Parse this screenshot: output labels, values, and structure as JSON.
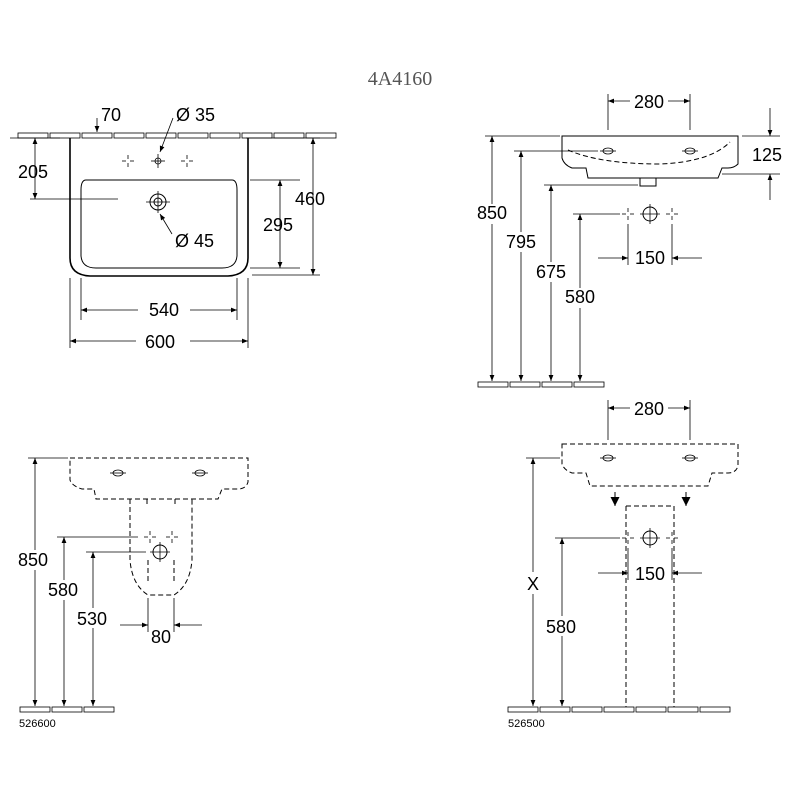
{
  "title": "4A4160",
  "colors": {
    "line": "#000000",
    "title": "#555555",
    "background": "#ffffff"
  },
  "front_view": {
    "dims": {
      "tap_offset": "70",
      "tap_hole": "Ø 35",
      "height_to_tap": "205",
      "depth": "460",
      "basin_depth": "295",
      "drain": "Ø 45",
      "basin_width": "540",
      "total_width": "600"
    }
  },
  "side_view": {
    "dims": {
      "hole_spacing": "280",
      "rim_height": "125",
      "height_850": "850",
      "height_795": "795",
      "height_675": "675",
      "height_580": "580",
      "pipe_spacing": "150"
    }
  },
  "half_pedestal": {
    "code": "526600",
    "dims": {
      "height_850": "850",
      "height_580": "580",
      "height_530": "530",
      "width_80": "80"
    }
  },
  "pedestal": {
    "code": "526500",
    "dims": {
      "hole_spacing": "280",
      "height_x": "X",
      "height_580": "580",
      "pipe_spacing": "150"
    }
  }
}
